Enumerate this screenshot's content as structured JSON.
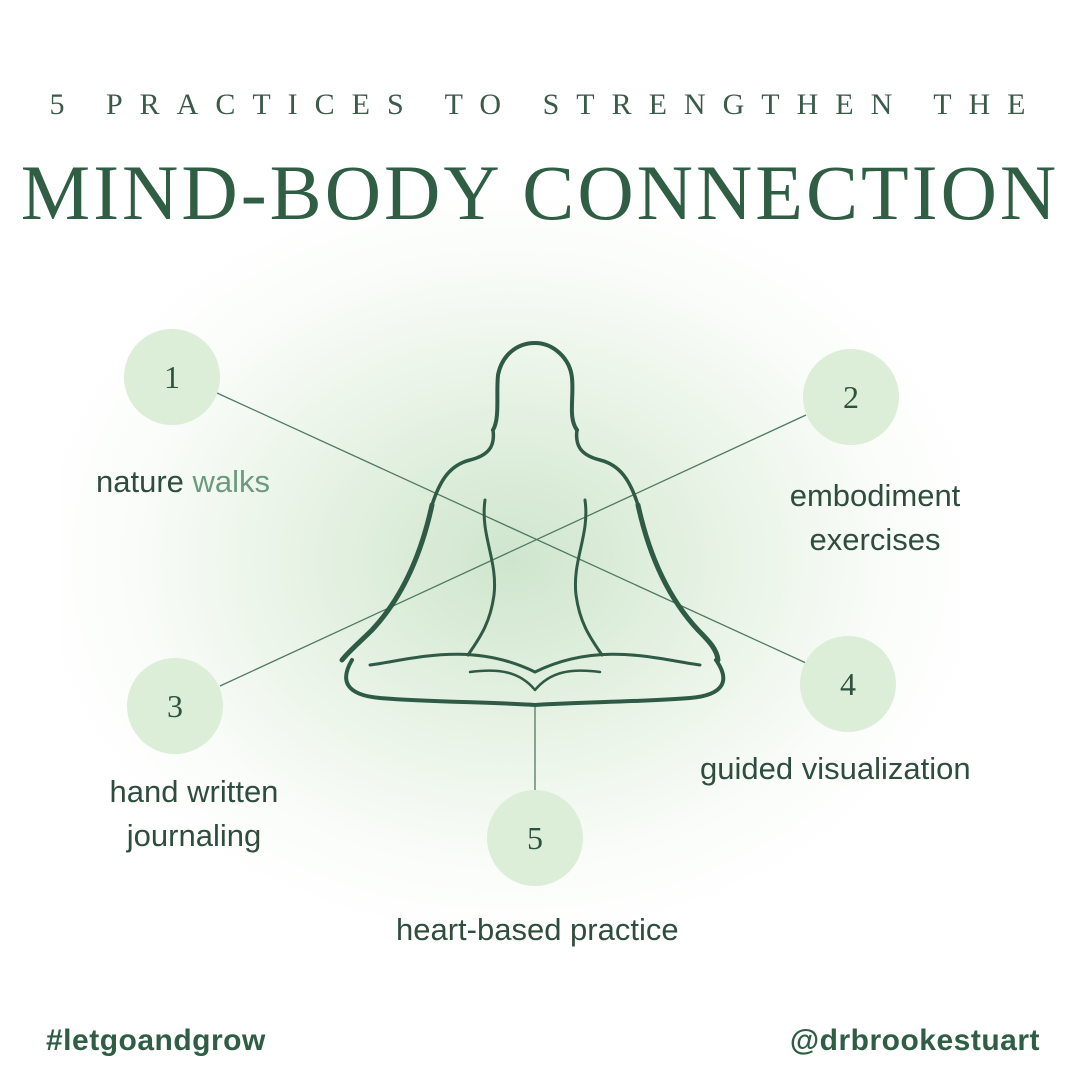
{
  "header": {
    "subtitle": "5 PRACTICES TO STRENGTHEN THE",
    "title": "MIND-BODY CONNECTION"
  },
  "practices": [
    {
      "number": "1",
      "label_main": "nature",
      "label_accent": "walks"
    },
    {
      "number": "2",
      "label_line1": "embodiment",
      "label_line2": "exercises"
    },
    {
      "number": "3",
      "label_line1": "hand written",
      "label_line2": "journaling"
    },
    {
      "number": "4",
      "label": "guided visualization"
    },
    {
      "number": "5",
      "label": "heart-based practice"
    }
  ],
  "footer": {
    "hashtag": "#letgoandgrow",
    "handle": "@drbrookestuart"
  },
  "colors": {
    "primary_green": "#2f5e45",
    "circle_fill": "#dcedd8",
    "accent_green": "#6b9a80"
  },
  "icons": {
    "central": "meditating-figure-icon"
  }
}
